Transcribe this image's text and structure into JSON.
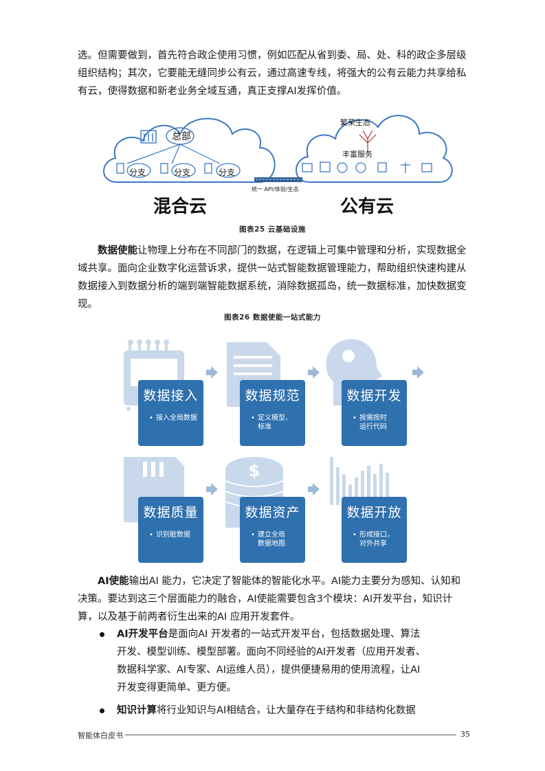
{
  "intro_paragraph": "选。但需要做到，首先符合政企使用习惯，例如匹配从省到委、局、处、科的政企多层级组织结构；其次，它要能无缝同步公有云，通过高速专线，将强大的公有云能力共享给私有云，使得数据和新老业务全域互通，真正支撑AI发挥价值。",
  "figure25": {
    "hq_label": "总部",
    "branch_label": "分支",
    "hybrid_label": "混合云",
    "public_label": "公有云",
    "prosperous_label": "繁荣生态",
    "rich_services_label": "丰富服务",
    "bridge_label": "统一 API/体验/生态",
    "caption": "图表25 云基础设施"
  },
  "data_enable": {
    "term": "数据使能",
    "text": "让物理上分布在不同部门的数据，在逻辑上可集中管理和分析，实现数据全域共享。面向企业数字化运营诉求，提供一站式智能数据管理能力，帮助组织快速构建从数据接入到数据分析的端到端智能数据系统，消除数据孤岛，统一数据标准，加快数据变现。"
  },
  "figure26": {
    "caption": "图表26 数据使能一站式能力",
    "cards": [
      {
        "title": "数据接入",
        "item": "接入全局数据"
      },
      {
        "title": "数据规范",
        "item": "定义模型、\n标准"
      },
      {
        "title": "数据开发",
        "item": "按需按时\n运行代码"
      },
      {
        "title": "数据质量",
        "item": "识别脏数据"
      },
      {
        "title": "数据资产",
        "item": "建立全局\n数据地图"
      },
      {
        "title": "数据开放",
        "item": "形成接口，\n对外共享"
      }
    ]
  },
  "ai_enable": {
    "term": "AI使能",
    "text": "输出AI 能力，它决定了智能体的智能化水平。AI能力主要分为感知、认知和决策。要达到这三个层面能力的融合，AI使能需要包含3个模块：AI开发平台，知识计算，以及基于前两者衍生出来的AI 应用开发套件。"
  },
  "bullets": [
    {
      "term": "AI开发平台",
      "text": "是面向AI 开发者的一站式开发平台，包括数据处理、算法开发、模型训练、模型部署。面向不同经验的AI开发者（应用开发者、数据科学家、AI专家、AI运维人员），提供便捷易用的使用流程，让AI开发变得更简单、更方便。"
    },
    {
      "term": "知识计算",
      "text": "将行业知识与AI相结合，让大量存在于结构和非结构化数据"
    }
  ],
  "footer": {
    "title": "智能体白皮书",
    "page": "35"
  },
  "colors": {
    "card_blue": "#2f70ae",
    "icon_light": "#c9d8ea",
    "cloud_stroke": "#3b78c2"
  }
}
